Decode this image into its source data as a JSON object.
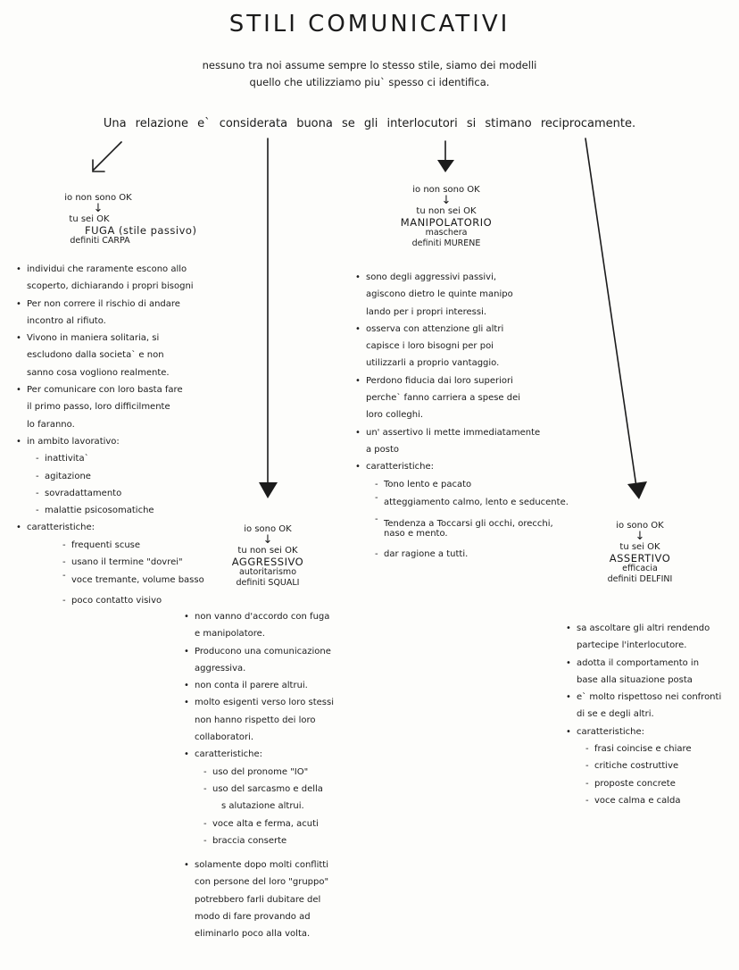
{
  "title": "STILI COMUNICATIVI",
  "subtitle": [
    "nessuno tra noi assume sempre lo stesso stile, siamo dei modelli",
    "quello che utilizziamo piu` spesso ci identifica."
  ],
  "relation": "Una relazione e` considerata buona se gli interlocutori si stimano reciprocamente.",
  "carpa": {
    "line1": "io non sono OK",
    "line2": "tu sei OK",
    "name": "FUGA (stile passivo)",
    "defined": "definiti CARPA",
    "items": [
      {
        "t": "b",
        "text": "individui che raramente escono allo"
      },
      {
        "t": "c",
        "text": "scoperto, dichiarando i propri bisogni"
      },
      {
        "t": "b",
        "text": "Per non correre il rischio di andare"
      },
      {
        "t": "c",
        "text": "incontro al rifiuto."
      },
      {
        "t": "b",
        "text": "Vivono in maniera solitaria, si"
      },
      {
        "t": "c",
        "text": "escludono dalla societa` e non"
      },
      {
        "t": "c",
        "text": "sanno cosa vogliono realmente."
      },
      {
        "t": "b",
        "text": "Per comunicare con loro basta fare"
      },
      {
        "t": "c",
        "text": "il primo passo, loro difficilmente"
      },
      {
        "t": "c",
        "text": "lo faranno."
      },
      {
        "t": "b",
        "text": "in ambito lavorativo:"
      },
      {
        "t": "d1",
        "text": "inattivita`"
      },
      {
        "t": "d1",
        "text": "agitazione"
      },
      {
        "t": "d1",
        "text": "sovradattamento"
      },
      {
        "t": "d1",
        "text": "malattie psicosomatiche"
      },
      {
        "t": "b",
        "text": "caratteristiche:"
      },
      {
        "t": "d2",
        "text": "frequenti scuse"
      },
      {
        "t": "d2",
        "text": "usano il termine \"dovrei\""
      },
      {
        "t": "d2t",
        "text": "voce tremante, volume basso"
      },
      {
        "t": "d2",
        "text": "poco contatto visivo"
      }
    ]
  },
  "squali": {
    "line1": "io sono OK",
    "line2": "tu non sei OK",
    "name": "AGGRESSIVO",
    "sub": "autoritarismo",
    "defined": "definiti SQUALI",
    "items": [
      {
        "t": "b",
        "text": "non vanno d'accordo con fuga"
      },
      {
        "t": "c",
        "text": "e manipolatore."
      },
      {
        "t": "b",
        "text": "Producono una comunicazione"
      },
      {
        "t": "c",
        "text": "aggressiva."
      },
      {
        "t": "b",
        "text": "non conta il parere altrui."
      },
      {
        "t": "b",
        "text": "molto esigenti verso loro stessi"
      },
      {
        "t": "c",
        "text": "non hanno rispetto dei loro"
      },
      {
        "t": "c",
        "text": "collaboratori."
      },
      {
        "t": "b",
        "text": "caratteristiche:"
      },
      {
        "t": "d1",
        "text": "uso del pronome \"IO\""
      },
      {
        "t": "d1",
        "text": "uso del sarcasmo e della"
      },
      {
        "t": "c2",
        "text": "s alutazione altrui."
      },
      {
        "t": "d1",
        "text": "voce alta e ferma, acuti"
      },
      {
        "t": "d1",
        "text": "braccia conserte"
      },
      {
        "t": "gap",
        "text": ""
      },
      {
        "t": "b",
        "text": "solamente dopo molti conflitti"
      },
      {
        "t": "c",
        "text": "con persone del loro \"gruppo\""
      },
      {
        "t": "c",
        "text": "potrebbero farli dubitare del"
      },
      {
        "t": "c",
        "text": "modo di fare provando ad"
      },
      {
        "t": "c",
        "text": "eliminarlo poco alla volta."
      }
    ]
  },
  "murene": {
    "line1": "io non sono OK",
    "line2": "tu non sei OK",
    "name": "MANIPOLATORIO",
    "sub": "maschera",
    "defined": "definiti MURENE",
    "items": [
      {
        "t": "b",
        "text": "sono degli aggressivi passivi,"
      },
      {
        "t": "c",
        "text": "agiscono dietro le quinte manipo"
      },
      {
        "t": "c",
        "text": "lando per i propri interessi."
      },
      {
        "t": "b",
        "text": "osserva con attenzione gli altri"
      },
      {
        "t": "c",
        "text": "capisce i loro bisogni per poi"
      },
      {
        "t": "c",
        "text": "utilizzarli a proprio vantaggio."
      },
      {
        "t": "b",
        "text": "Perdono fiducia dai loro superiori"
      },
      {
        "t": "c",
        "text": "perche` fanno carriera a spese dei"
      },
      {
        "t": "c",
        "text": "loro colleghi."
      },
      {
        "t": "b",
        "text": "un' assertivo li mette immediatamente"
      },
      {
        "t": "c",
        "text": "a posto"
      },
      {
        "t": "b",
        "text": "caratteristiche:"
      },
      {
        "t": "d1",
        "text": "Tono lento e pacato"
      },
      {
        "t": "d1t",
        "text": "atteggiamento calmo, lento e seducente."
      },
      {
        "t": "d1t",
        "text": "Tendenza a Toccarsi gli occhi, orecchi, naso e mento."
      },
      {
        "t": "d1",
        "text": "dar ragione a tutti."
      }
    ]
  },
  "delfini": {
    "line1": "io sono OK",
    "line2": "tu sei OK",
    "name": "ASSERTIVO",
    "sub": "efficacia",
    "defined": "definiti DELFINI",
    "items": [
      {
        "t": "b",
        "text": "sa ascoltare gli altri rendendo"
      },
      {
        "t": "c",
        "text": "partecipe l'interlocutore."
      },
      {
        "t": "b",
        "text": "adotta il comportamento in"
      },
      {
        "t": "c",
        "text": "base alla situazione posta"
      },
      {
        "t": "b",
        "text": "e` molto rispettoso nei confronti"
      },
      {
        "t": "c",
        "text": "di se e degli altri."
      },
      {
        "t": "b",
        "text": "caratteristiche:"
      },
      {
        "t": "d1",
        "text": "frasi coincise e chiare"
      },
      {
        "t": "d1",
        "text": "critiche costruttive"
      },
      {
        "t": "d1",
        "text": "proposte concrete"
      },
      {
        "t": "d1",
        "text": "voce calma e calda"
      }
    ]
  }
}
